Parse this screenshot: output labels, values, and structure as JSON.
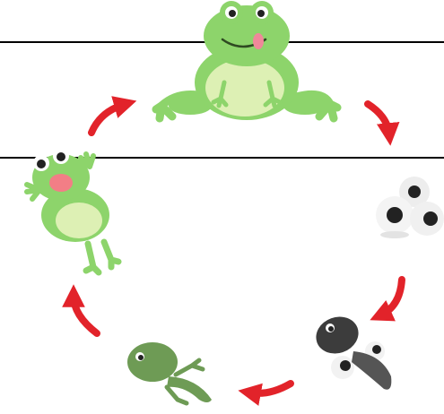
{
  "diagram": {
    "type": "life-cycle",
    "subject": "frog",
    "stages": [
      {
        "id": "adult-frog",
        "icon": "adult-frog-icon"
      },
      {
        "id": "frog-eggs",
        "icon": "frog-eggs-icon"
      },
      {
        "id": "tadpole",
        "icon": "tadpole-icon"
      },
      {
        "id": "tadpole-with-legs",
        "icon": "tadpole-with-legs-icon"
      },
      {
        "id": "froglet",
        "icon": "froglet-icon"
      }
    ],
    "cycle_direction": "clockwise",
    "arrow_count": 5
  },
  "colors": {
    "frog_green": "#8DD46B",
    "frog_belly": "#DDF0B4",
    "tadpole_green": "#6E9B55",
    "tadpole_dark": "#3C3C3C",
    "arrow_red": "#E2232A",
    "line": "#000000",
    "background": "#FFFFFF"
  }
}
